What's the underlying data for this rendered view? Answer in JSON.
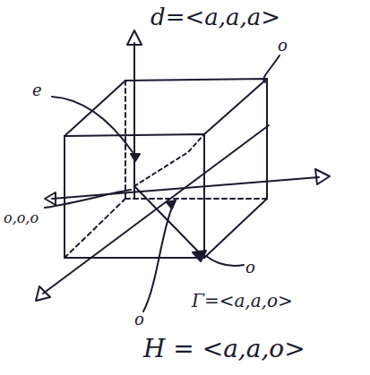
{
  "diagram": {
    "labels": [
      "d=<a,a,a>",
      "o",
      "e",
      "o,o,o",
      "o",
      "Γ=<a,a,o>",
      "o",
      "H = <a,a,o>"
    ]
  }
}
